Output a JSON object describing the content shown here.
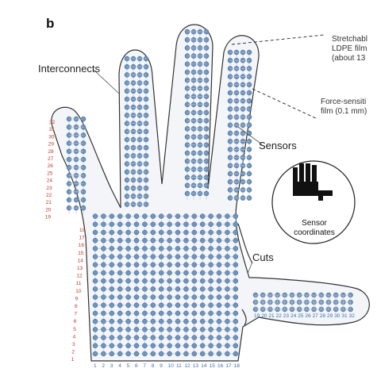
{
  "panel_label": "b",
  "callouts": {
    "interconnects": "Interconnects",
    "sensors": "Sensors",
    "cuts": "Cuts",
    "stretchable_line1": "Stretchabl",
    "stretchable_line2": "LDPE film",
    "stretchable_line3": "(about 13",
    "force_line1": "Force-sensiti",
    "force_line2": "film (0.1 mm)",
    "coordinates_line1": "Sensor",
    "coordinates_line2": "coordinates"
  },
  "left_numbers": [
    "32",
    "31",
    "30",
    "29",
    "28",
    "27",
    "26",
    "25",
    "24",
    "23",
    "22",
    "21",
    "20",
    "19",
    "18",
    "17",
    "16",
    "15",
    "14",
    "13",
    "12",
    "11",
    "10",
    "9",
    "8",
    "7",
    "6",
    "5",
    "4",
    "3",
    "2",
    "1"
  ],
  "bottom_numbers": [
    "1",
    "2",
    "3",
    "4",
    "5",
    "6",
    "7",
    "8",
    "9",
    "10",
    "11",
    "12",
    "13",
    "14",
    "15",
    "16",
    "17",
    "18"
  ],
  "thumb_numbers": [
    "19",
    "20",
    "21",
    "22",
    "23",
    "24",
    "25",
    "26",
    "27",
    "28",
    "29",
    "30",
    "31",
    "32"
  ],
  "colors": {
    "sensor_dot": "#6f94bd",
    "sensor_dot_edge": "#3c5f86",
    "grid_line": "#b9c9da",
    "outline": "#333333",
    "number_red": "#c0392b",
    "number_blue": "#3a6fb0"
  }
}
